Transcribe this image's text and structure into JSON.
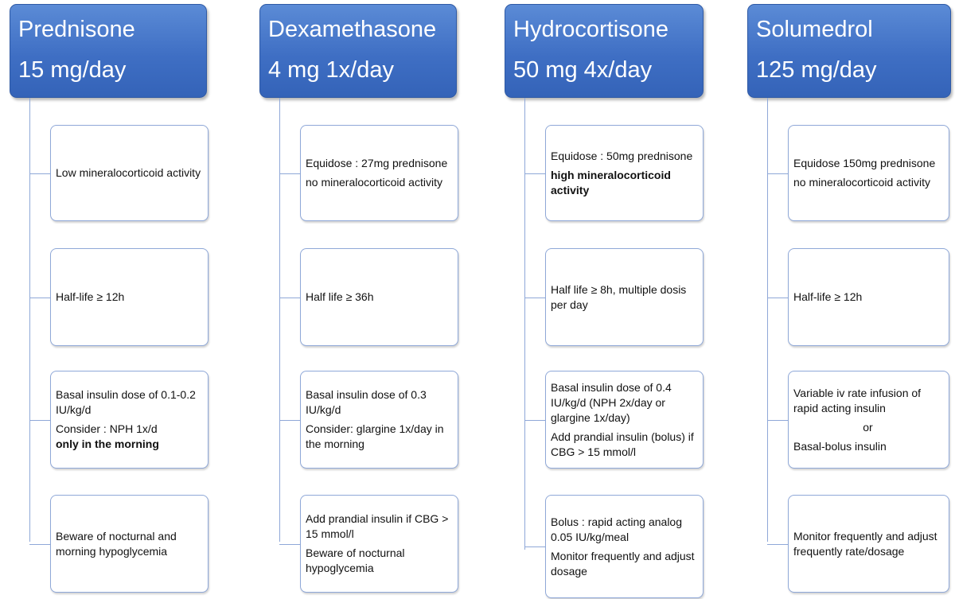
{
  "columns": [
    {
      "id": "prednisone",
      "header": {
        "name": "Prednisone",
        "dose": "15 mg/day"
      },
      "cards": [
        {
          "lines": [
            {
              "text": "Low mineralocorticoid activity",
              "bold": false
            }
          ]
        },
        {
          "lines": [
            {
              "text": "Half-life ≥ 12h",
              "bold": false
            }
          ]
        },
        {
          "lines": [
            {
              "text": "Basal insulin dose of 0.1-0.2 IU/kg/d",
              "bold": false
            },
            {
              "text": "Consider : NPH 1x/d",
              "bold": false,
              "gap": true
            },
            {
              "text": "only in the morning",
              "bold": true
            }
          ]
        },
        {
          "lines": [
            {
              "text": "Beware of nocturnal and morning hypoglycemia",
              "bold": false
            }
          ]
        }
      ]
    },
    {
      "id": "dexamethasone",
      "header": {
        "name": "Dexamethasone",
        "dose": "4 mg 1x/day"
      },
      "cards": [
        {
          "lines": [
            {
              "text": "Equidose : 27mg prednisone",
              "bold": false
            },
            {
              "text": "no mineralocorticoid activity",
              "bold": false,
              "gap": true
            }
          ]
        },
        {
          "lines": [
            {
              "text": "Half life ≥ 36h",
              "bold": false
            }
          ]
        },
        {
          "lines": [
            {
              "text": "Basal insulin dose of 0.3 IU/kg/d",
              "bold": false
            },
            {
              "text": "Consider: glargine 1x/day in the morning",
              "bold": false,
              "gap": true
            }
          ]
        },
        {
          "lines": [
            {
              "text": "Add prandial insulin if CBG > 15 mmol/l",
              "bold": false
            },
            {
              "text": "Beware of nocturnal hypoglycemia",
              "bold": false,
              "gap": true
            }
          ]
        }
      ]
    },
    {
      "id": "hydrocortisone",
      "header": {
        "name": "Hydrocortisone",
        "dose": "50 mg 4x/day"
      },
      "cards": [
        {
          "lines": [
            {
              "text": "Equidose : 50mg prednisone",
              "bold": false
            },
            {
              "text": "high mineralocorticoid activity",
              "bold": true,
              "gap": true
            }
          ]
        },
        {
          "lines": [
            {
              "text": "Half life ≥ 8h, multiple dosis per day",
              "bold": false
            }
          ]
        },
        {
          "lines": [
            {
              "text": "Basal insulin dose of 0.4 IU/kg/d (NPH 2x/day or glargine 1x/day)",
              "bold": false
            },
            {
              "text": "Add prandial insulin (bolus) if CBG > 15 mmol/l",
              "bold": false,
              "gap": true
            }
          ]
        },
        {
          "lines": [
            {
              "text": "Bolus : rapid acting analog 0.05 IU/kg/meal",
              "bold": false
            },
            {
              "text": "Monitor frequently and adjust dosage",
              "bold": false,
              "gap": true
            }
          ]
        }
      ]
    },
    {
      "id": "solumedrol",
      "header": {
        "name": "Solumedrol",
        "dose": "125 mg/day"
      },
      "cards": [
        {
          "lines": [
            {
              "text": "Equidose 150mg prednisone",
              "bold": false
            },
            {
              "text": "no mineralocorticoid activity",
              "bold": false,
              "gap": true
            }
          ]
        },
        {
          "lines": [
            {
              "text": "Half-life ≥ 12h",
              "bold": false
            }
          ]
        },
        {
          "lines": [
            {
              "text": "Variable iv rate infusion of rapid acting insulin",
              "bold": false
            },
            {
              "text": "or",
              "bold": false,
              "gap": true,
              "center": true
            },
            {
              "text": "Basal-bolus insulin",
              "bold": false,
              "gap": true
            }
          ]
        },
        {
          "lines": [
            {
              "text": "Monitor frequently and adjust frequently rate/dosage",
              "bold": false
            }
          ]
        }
      ]
    }
  ],
  "colors": {
    "header_top": "#5b8bd6",
    "header_bottom": "#3463b8",
    "header_text": "#ffffff",
    "connector": "#8fa8d8",
    "card_border": "#8fa8d8",
    "card_text": "#111111"
  }
}
